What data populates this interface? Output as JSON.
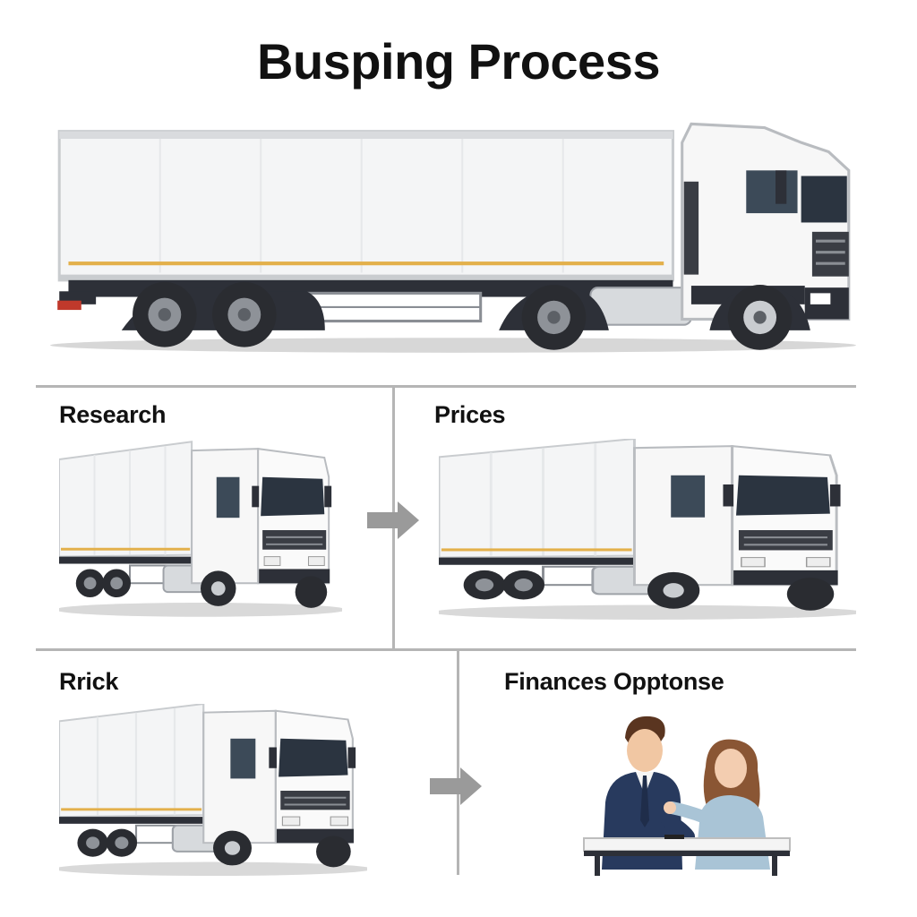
{
  "title": "Busping Process",
  "steps": [
    {
      "label": "Research"
    },
    {
      "label": "Prices"
    },
    {
      "label": "Rrick"
    },
    {
      "label": "Finances Opptonse"
    }
  ],
  "colors": {
    "trailer": "#f4f5f6",
    "cab": "#f7f7f7",
    "chassis": "#2d3038",
    "stripe": "#e3b04b",
    "grid": "#b5b5b5",
    "arrow": "#9a9a9a",
    "man_suit": "#283a5e",
    "woman_top": "#a9c4d6"
  },
  "icons": [
    "truck-icon",
    "arrow-right-icon",
    "people-meeting-icon"
  ]
}
